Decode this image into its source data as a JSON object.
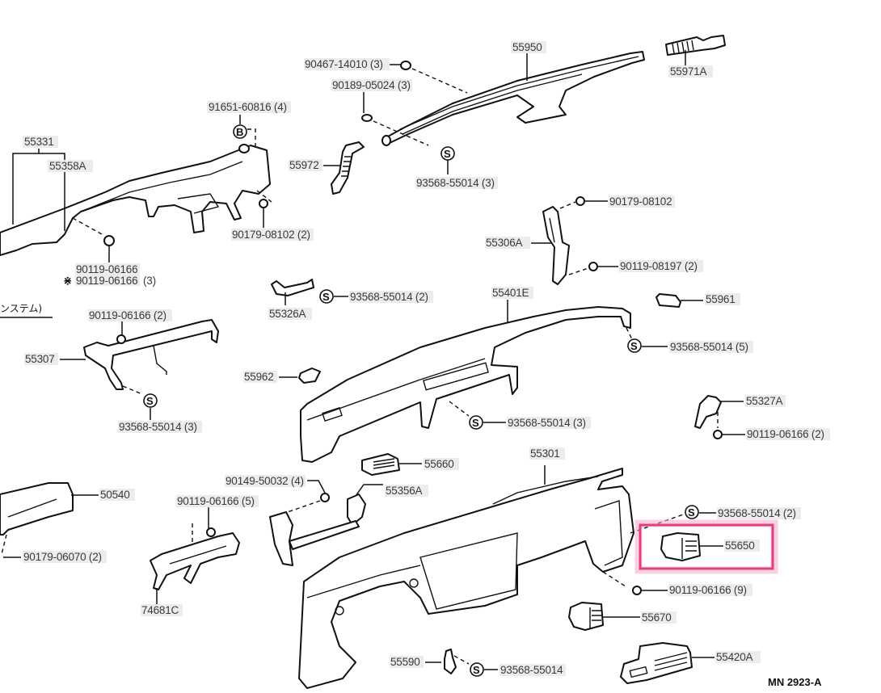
{
  "figure": {
    "code": "MN 2923-A",
    "partial_heading": "ンステム)",
    "highlighted_part": "55650",
    "highlight_color": "#e0407f"
  },
  "labels": {
    "p55950": "55950",
    "p55971A": "55971A",
    "p90467": "90467-14010 (3)",
    "p90189": "90189-05024 (3)",
    "p55972": "55972",
    "p93568_top": "93568-55014 (3)",
    "p91651": "91651-60816 (4)",
    "p55331": "55331",
    "p55358A": "55358A",
    "p90179_08102_2": "90179-08102 (2)",
    "p90119_a": "90119-06166",
    "p90119_b": "90119-06166",
    "p90119_b_qty": "(3)",
    "p90179_08102": "90179-08102",
    "p55306A": "55306A",
    "p90119_08197": "90119-08197 (2)",
    "p55326A": "55326A",
    "p93568_2a": "93568-55014 (2)",
    "p55401E": "55401E",
    "p55961": "55961",
    "p93568_5": "93568-55014 (5)",
    "p90119_2a": "90119-06166 (2)",
    "p55307": "55307",
    "p93568_3a": "93568-55014 (3)",
    "p55962": "55962",
    "p93568_3b": "93568-55014 (3)",
    "p55327A": "55327A",
    "p90119_2b": "90119-06166 (2)",
    "p55660": "55660",
    "p55301": "55301",
    "p50540": "50540",
    "p90149": "90149-50032 (4)",
    "p55356A": "55356A",
    "p90119_5": "90119-06166 (5)",
    "p93568_2b": "93568-55014 (2)",
    "p55650": "55650",
    "p90179_06070": "90179-06070 (2)",
    "p74681C": "74681C",
    "p90119_9": "90119-06166 (9)",
    "p55670": "55670",
    "p55590": "55590",
    "p93568_single": "93568-55014",
    "p55420A": "55420A"
  },
  "symbols": {
    "s": "S",
    "b": "B",
    "asterisk": "⋇"
  }
}
